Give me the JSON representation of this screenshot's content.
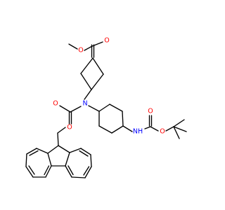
{
  "structure": {
    "atom_labels": {
      "carbonyl_o_top": "O",
      "ester_o_top": "O",
      "n_center": "N",
      "carbonyl_o_fmoc": "O",
      "ester_o_fmoc": "O",
      "nh_boc": "NH",
      "carbonyl_o_boc": "O",
      "ester_o_boc": "O"
    },
    "colors": {
      "bond": "#000000",
      "oxygen": "#ff0000",
      "nitrogen": "#0000ff"
    }
  }
}
